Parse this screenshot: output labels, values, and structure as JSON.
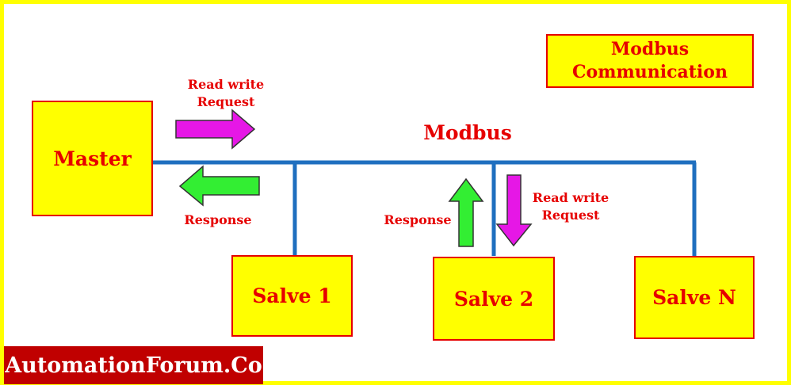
{
  "title_box": {
    "line1": "Modbus",
    "line2": "Communication"
  },
  "bus_label": "Modbus",
  "master": {
    "label": "Master"
  },
  "slaves": [
    {
      "label": "Salve 1"
    },
    {
      "label": "Salve 2"
    },
    {
      "label": "Salve N"
    }
  ],
  "master_request": {
    "line1": "Read write",
    "line2": "Request"
  },
  "master_response": "Response",
  "slave_response": "Response",
  "slave_request": {
    "line1": "Read write",
    "line2": "Request"
  },
  "brand": "AutomationForum.Co",
  "colors": {
    "box_fill": "#ffff00",
    "box_border": "#e60000",
    "text": "#e60000",
    "bus_line": "#1f6fbf",
    "request_arrow": "#e617e6",
    "response_arrow": "#33ee33",
    "brand_bg": "#c00000"
  }
}
